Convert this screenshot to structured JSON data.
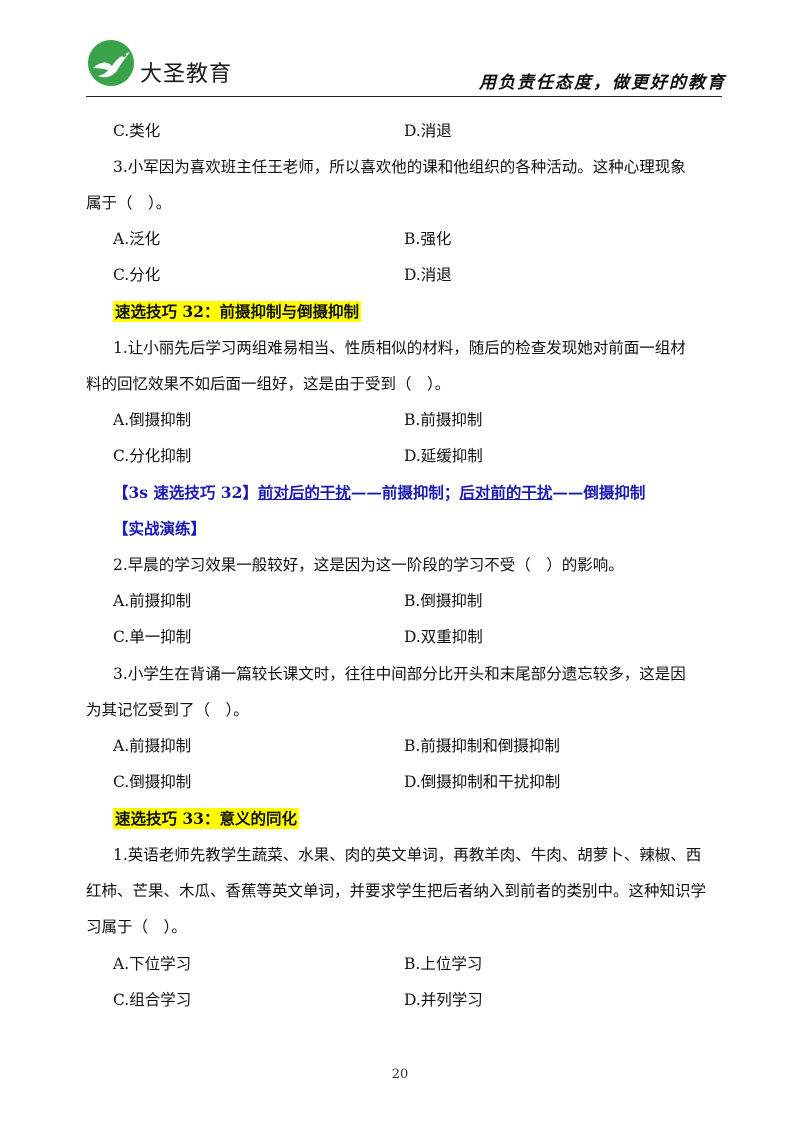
{
  "header": {
    "brand": "大圣教育",
    "slogan": "用负责任态度，做更好的教育"
  },
  "content": {
    "l1": {
      "a": "C.类化",
      "b": "D.消退"
    },
    "q3a": {
      "line1": "3.小军因为喜欢班主任王老师，所以喜欢他的课和他组织的各种活动。这种心理现象",
      "line2": "属于（　）。"
    },
    "l3": {
      "a": "A.泛化",
      "b": "B.强化"
    },
    "l4": {
      "a": "C.分化",
      "b": "D.消退"
    },
    "tip32": "速选技巧 32：前摄抑制与倒摄抑制",
    "q1a": {
      "line1": "1.让小丽先后学习两组难易相当、性质相似的材料，随后的检查发现她对前面一组材",
      "line2": "料的回忆效果不如后面一组好，这是由于受到（　）。"
    },
    "l7": {
      "a": "A.倒摄抑制",
      "b": "B.前摄抑制"
    },
    "l8": {
      "a": "C.分化抑制",
      "b": "D.延缓抑制"
    },
    "tip3s": {
      "prefix": "【3s 速选技巧 32】",
      "p1": "前对后的干扰",
      "dash1": "——前摄抑制；",
      "p2": "后对前的干扰",
      "dash2": "——倒摄抑制"
    },
    "practice": "【实战演练】",
    "q2": "2.早晨的学习效果一般较好，这是因为这一阶段的学习不受（　）的影响。",
    "l11": {
      "a": "A.前摄抑制",
      "b": "B.倒摄抑制"
    },
    "l12": {
      "a": "C.单一抑制",
      "b": "D.双重抑制"
    },
    "q3b": {
      "line1": "3.小学生在背诵一篇较长课文时，往往中间部分比开头和末尾部分遗忘较多，这是因",
      "line2": "为其记忆受到了（　）。"
    },
    "l14": {
      "a": "A.前摄抑制",
      "b": "B.前摄抑制和倒摄抑制"
    },
    "l15": {
      "a": "C.倒摄抑制",
      "b": "D.倒摄抑制和干扰抑制"
    },
    "tip33": "速选技巧 33：意义的同化",
    "q1b": {
      "line1": "1.英语老师先教学生蔬菜、水果、肉的英文单词，再教羊肉、牛肉、胡萝卜、辣椒、西",
      "line2": "红柿、芒果、木瓜、香蕉等英文单词，并要求学生把后者纳入到前者的类别中。这种知识学",
      "line3": "习属于（　）。"
    },
    "l18": {
      "a": "A.下位学习",
      "b": "B.上位学习"
    },
    "l19": {
      "a": "C.组合学习",
      "b": "D.并列学习"
    }
  },
  "footer": {
    "page": "20"
  },
  "colors": {
    "highlight": "#ffff00",
    "link": "#1a1ab0",
    "logo_green": "#3aa34a"
  },
  "icons": {
    "logo": "bird-logo-icon"
  }
}
